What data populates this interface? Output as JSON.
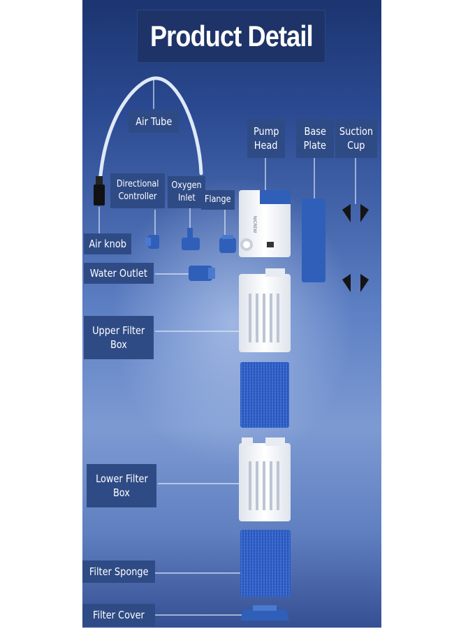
{
  "title": "Product Detail",
  "labels": {
    "air_tube": "Air Tube",
    "pump_head_1": "Pump",
    "pump_head_2": "Head",
    "base_plate_1": "Base",
    "base_plate_2": "Plate",
    "suction_cup_1": "Suction",
    "suction_cup_2": "Cup",
    "directional_1": "Directional",
    "directional_2": "Controller",
    "oxygen_1": "Oxygen",
    "oxygen_2": "Inlet",
    "flange": "Flange",
    "air_knob": "Air knob",
    "water_outlet": "Water Outlet",
    "upper_filter_1": "Upper Filter",
    "upper_filter_2": "Box",
    "lower_filter_1": "Lower Filter",
    "lower_filter_2": "Box",
    "filter_sponge": "Filter Sponge",
    "filter_cover": "Filter Cover"
  },
  "pump_brand": "NICREW",
  "colors": {
    "panel_dark": "#1c3570",
    "label_bg": "#2f4b85",
    "part_blue": "#2f5fb8",
    "sponge_blue": "#2f5fc8",
    "white_part": "#f4f6f9"
  }
}
